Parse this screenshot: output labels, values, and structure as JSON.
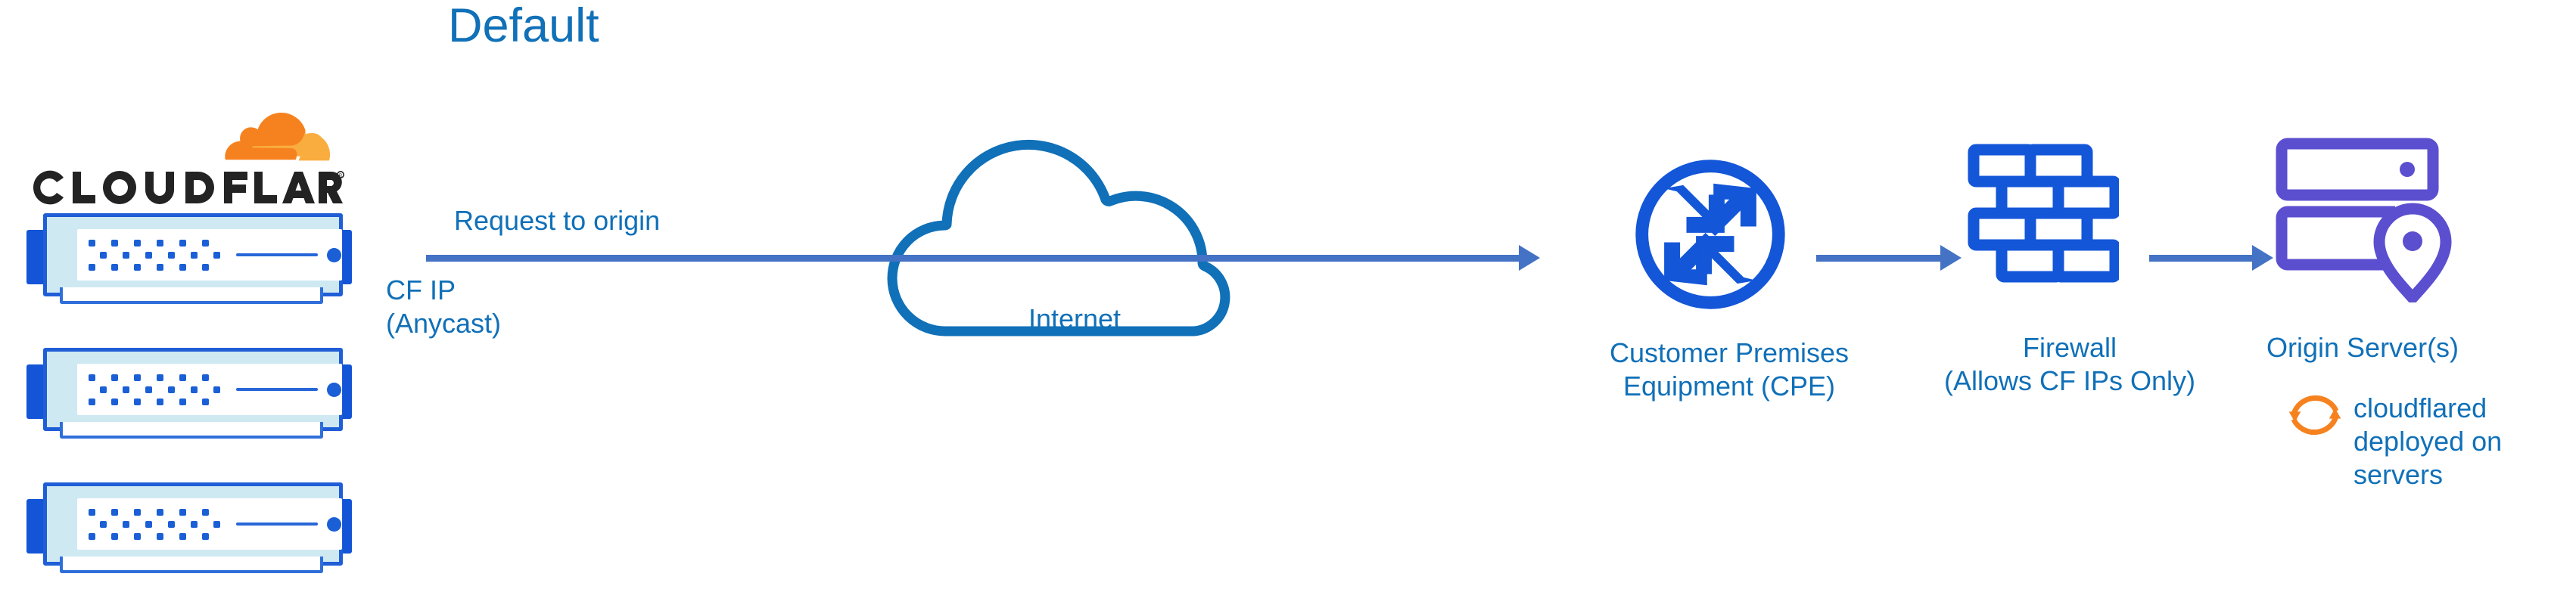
{
  "diagram": {
    "title": "Default",
    "type": "network-architecture-flow",
    "brand": {
      "name": "CLOUDFLARE",
      "mark": "cloudflare-cloud-logo",
      "registered_mark": "®",
      "orange": "#f6821f",
      "orange_light": "#faad3f"
    },
    "colors": {
      "title_blue": "#1070b8",
      "label_blue": "#1070b8",
      "arrow_blue": "#4472c4",
      "device_blue": "#1a5fd6",
      "device_fill": "#cfe9f3",
      "cloud_stroke": "#1070b8",
      "origin_purple": "#5b4fd0",
      "cloudflared_orange": "#f6821f"
    },
    "nodes": [
      {
        "id": "cloudflare-edge",
        "label": "CLOUDFLARE",
        "icon": "server-stack-icon",
        "count": 3
      },
      {
        "id": "internet",
        "label": "Internet",
        "icon": "cloud-icon"
      },
      {
        "id": "cpe",
        "label_line1": "Customer Premises",
        "label_line2": "Equipment (CPE)",
        "icon": "router-icon"
      },
      {
        "id": "firewall",
        "label_line1": "Firewall",
        "label_line2": "(Allows CF IPs Only)",
        "icon": "brick-wall-icon"
      },
      {
        "id": "origin",
        "label": "Origin Server(s)",
        "icon": "server-rack-pin-icon"
      }
    ],
    "edges": [
      {
        "id": "edge-request",
        "from": "cloudflare-edge",
        "to": "cpe",
        "label_above": "Request to origin",
        "label_below_line1": "CF IP",
        "label_below_line2": "(Anycast)"
      },
      {
        "id": "edge-cpe-firewall",
        "from": "cpe",
        "to": "firewall",
        "label": ""
      },
      {
        "id": "edge-firewall-origin",
        "from": "firewall",
        "to": "origin",
        "label": ""
      }
    ],
    "annotation": {
      "icon": "sync-arrows-icon",
      "line1": "cloudflared",
      "line2": "deployed on",
      "line3": "servers"
    }
  }
}
